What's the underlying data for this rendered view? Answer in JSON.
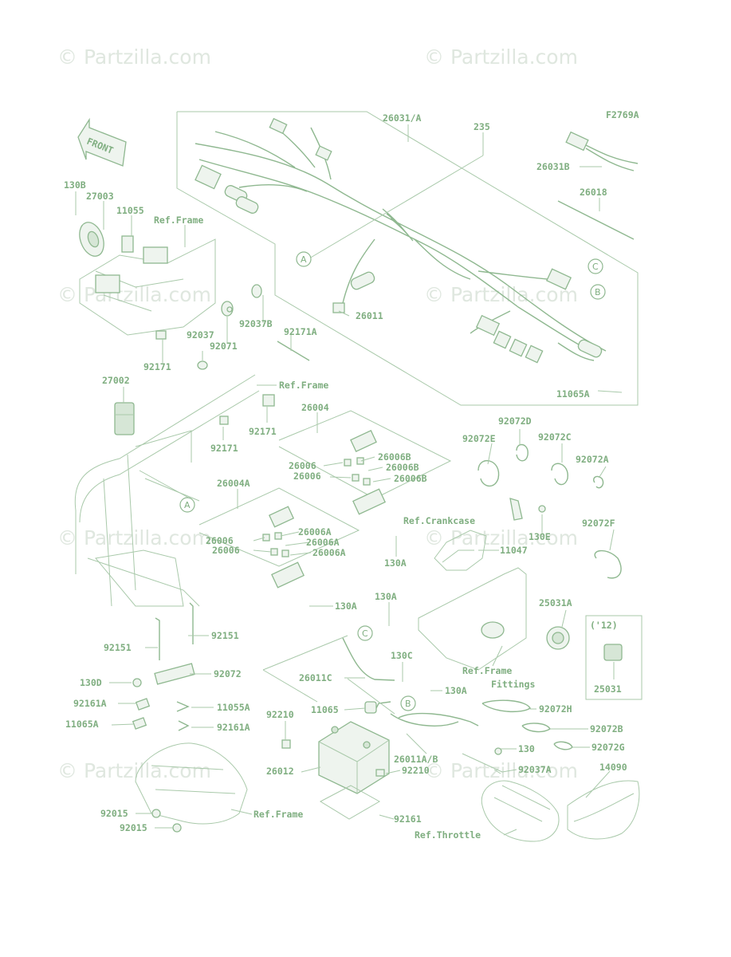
{
  "watermark": "© Partzilla.com",
  "figure_code": "F2769A",
  "front_tag": "FRONT",
  "callouts": {
    "a": "A",
    "b": "B",
    "c": "C"
  },
  "inset_year": "('12)",
  "labels": {
    "l26031a": "26031/A",
    "l235": "235",
    "l26031b": "26031B",
    "l26018": "26018",
    "l130b": "130B",
    "l27003": "27003",
    "l11055": "11055",
    "ref_frame_1": "Ref.Frame",
    "l26011": "26011",
    "l92037b": "92037B",
    "l92037": "92037",
    "l92071": "92071",
    "l92171a": "92171A",
    "l92171_1": "92171",
    "l11065a_1": "11065A",
    "l27002": "27002",
    "ref_frame_2": "Ref.Frame",
    "l92171_2": "92171",
    "l92171_3": "92171",
    "l26004": "26004",
    "l26006_1": "26006",
    "l26006_2": "26006",
    "l26006b_1": "26006B",
    "l26006b_2": "26006B",
    "l26006b_3": "26006B",
    "l26004a": "26004A",
    "l26006_3": "26006",
    "l26006_4": "26006",
    "l26006a_1": "26006A",
    "l26006a_2": "26006A",
    "l26006a_3": "26006A",
    "l92072d": "92072D",
    "l92072e": "92072E",
    "l92072c": "92072C",
    "l92072a": "92072A",
    "ref_crankcase": "Ref.Crankcase",
    "l130e": "130E",
    "l11047": "11047",
    "l92072f": "92072F",
    "l130a_1": "130A",
    "l130a_2": "130A",
    "l130a_3": "130A",
    "l25031a": "25031A",
    "l92151_1": "92151",
    "l92151_2": "92151",
    "l92072": "92072",
    "l130d": "130D",
    "l92161a_1": "92161A",
    "l11055a": "11055A",
    "l11065a_2": "11065A",
    "l92161a_2": "92161A",
    "l26011c": "26011C",
    "l130c": "130C",
    "l130a_4": "130A",
    "ref_frame_fittings_1": "Ref.Frame",
    "ref_frame_fittings_2": "Fittings",
    "l25031": "25031",
    "l92210_1": "92210",
    "l11065": "11065",
    "l92072h": "92072H",
    "l92072b": "92072B",
    "l92072g": "92072G",
    "l26012": "26012",
    "l26011ab": "26011A/B",
    "l130": "130",
    "l92037a": "92037A",
    "l14090": "14090",
    "l92210_2": "92210",
    "l92015_1": "92015",
    "l92015_2": "92015",
    "ref_frame_3": "Ref.Frame",
    "l92161": "92161",
    "ref_throttle": "Ref.Throttle"
  }
}
